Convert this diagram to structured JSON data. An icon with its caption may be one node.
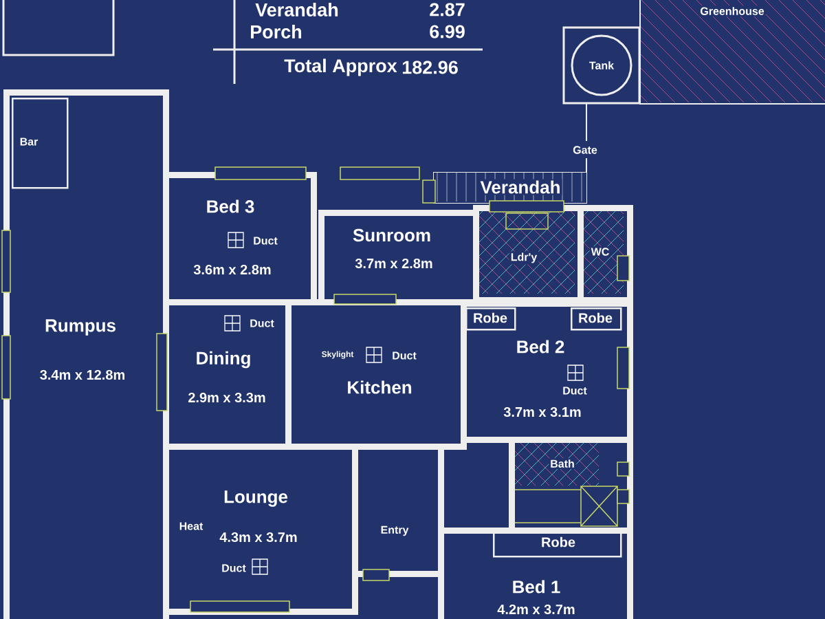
{
  "diagram": {
    "nodes": [
      {
        "text": [
          "Rumpus",
          "3.4m x 12.8m"
        ]
      },
      {
        "text": [
          "Bar"
        ],
        "in": 0
      },
      {
        "text": [
          "Bed 3",
          "3.6m x 2.8m"
        ]
      },
      {
        "text": [
          "Sunroom",
          "3.7m x 2.8m"
        ]
      },
      {
        "text": [
          "Verandah"
        ]
      },
      {
        "text": [
          "Ldr'y"
        ]
      },
      {
        "text": [
          "WC"
        ]
      },
      {
        "text": [
          "Dining",
          "2.9m x 3.3m"
        ]
      },
      {
        "text": [
          "Kitchen"
        ]
      },
      {
        "text": [
          "Robe"
        ],
        "in": 11
      },
      {
        "text": [
          "Robe"
        ],
        "in": 11
      },
      {
        "text": [
          "Bed 2",
          "3.7m x 3.1m"
        ]
      },
      {
        "text": [
          "Bath"
        ]
      },
      {
        "text": [
          "Lounge",
          "4.3m x 3.7m"
        ]
      },
      {
        "text": [
          "Entry"
        ]
      },
      {
        "text": [
          "Robe"
        ],
        "in": 16
      },
      {
        "text": [
          "Bed 1",
          "4.2m x 3.7m"
        ]
      },
      {
        "text": [
          "Tank"
        ]
      },
      {
        "text": [
          "Greenhouse"
        ]
      }
    ],
    "labels": [
      "Verandah",
      "2.87",
      "Porch",
      "6.99",
      "Total Approx",
      "182.96",
      "Duct",
      "Duct",
      "Skylight",
      "Duct",
      "Duct",
      "Heat",
      "Duct",
      "Gate"
    ]
  }
}
